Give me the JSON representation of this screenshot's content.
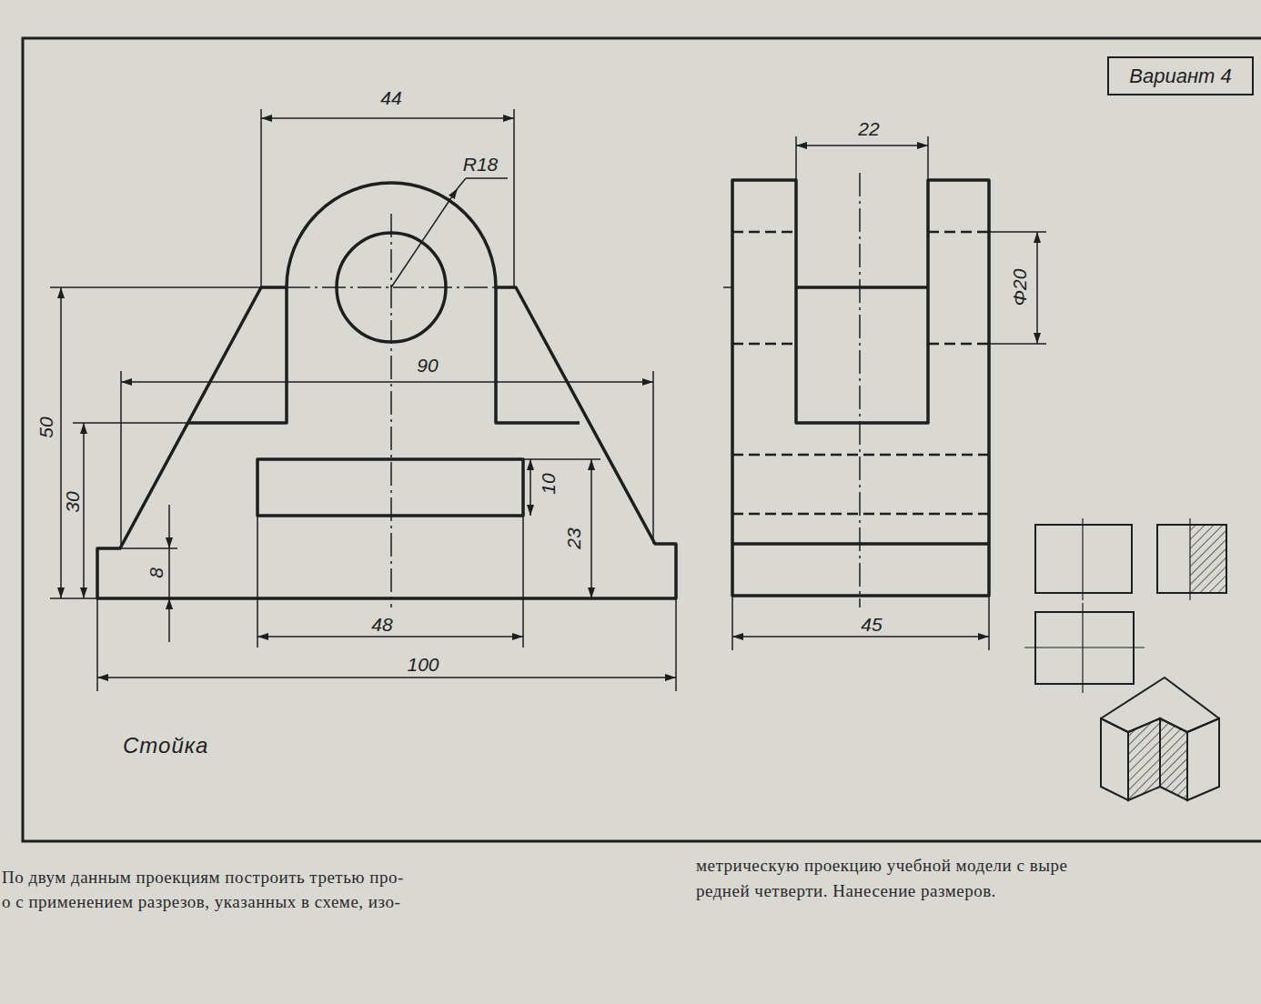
{
  "diagram": {
    "nodes": [
      {
        "text": [
          "Вариант 4"
        ]
      }
    ],
    "labels": [
      "44",
      "R18",
      "22",
      "Φ20",
      "90",
      "50",
      "30",
      "10",
      "23",
      "8",
      "48",
      "100",
      "45",
      "Стойка",
      "По двум данным проекциям построить третью про-",
      "о с применением разрезов, указанных в схеме, изо-",
      "метрическую проекцию учебной модели с выре",
      "редней четверти. Нанесение размеров."
    ]
  }
}
